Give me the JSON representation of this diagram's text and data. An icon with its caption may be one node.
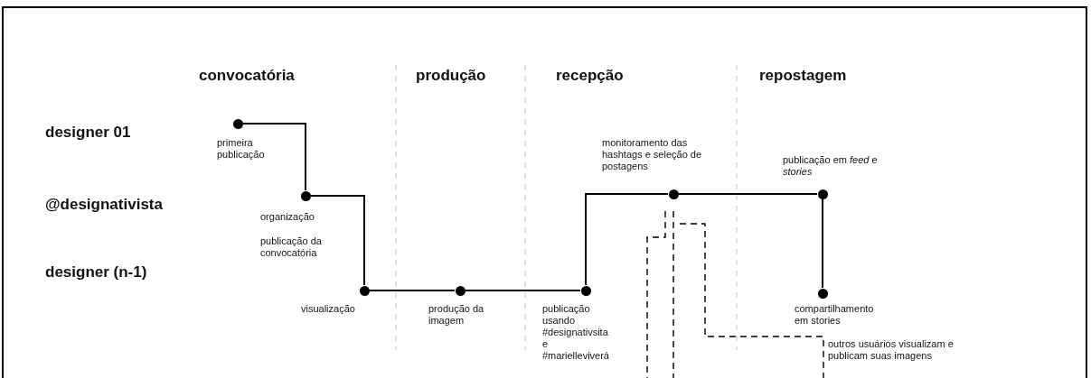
{
  "diagram": {
    "nodes": [
      {
        "text": [],
        "shape": "circle",
        "beside": [
          "primeira publicação"
        ]
      },
      {
        "text": [],
        "shape": "circle",
        "beside": [
          "organização",
          "publicação da convocatória"
        ]
      },
      {
        "text": [],
        "shape": "circle",
        "beside": [
          "visualização"
        ]
      },
      {
        "text": [],
        "shape": "circle",
        "beside": [
          "produção da imagem"
        ]
      },
      {
        "text": [],
        "shape": "circle",
        "beside": [
          "publicação usando #designativsita e #marielleviverá"
        ]
      },
      {
        "text": [],
        "shape": "circle",
        "beside": [
          "monitoramento das hashtags e seleção de postagens"
        ]
      },
      {
        "text": [],
        "shape": "circle",
        "beside": [
          "publicação em *feed* e *stories*"
        ]
      },
      {
        "text": [],
        "shape": "circle",
        "beside": [
          "compartilhamento em stories"
        ]
      }
    ],
    "edges": [
      {
        "from": 0,
        "to": 1,
        "arrow": "none"
      },
      {
        "from": 1,
        "to": 2,
        "arrow": "none"
      },
      {
        "from": 2,
        "to": 3,
        "arrow": "none"
      },
      {
        "from": 3,
        "to": 4,
        "arrow": "none"
      },
      {
        "from": 4,
        "to": 5,
        "arrow": "none"
      },
      {
        "from": 5,
        "to": 6,
        "arrow": "none"
      },
      {
        "from": 6,
        "to": 7,
        "arrow": "none"
      },
      {
        "from": 5,
        "to": null,
        "arrow": "none",
        "style": "dashed"
      },
      {
        "from": 5,
        "to": null,
        "arrow": "none",
        "style": "dashed"
      },
      {
        "from": 5,
        "to": null,
        "arrow": "none",
        "style": "dashed",
        "label": "outros usuários visualizam e publicam suas imagens"
      }
    ],
    "labels": [
      "convocatória",
      "produção",
      "recepção",
      "repostagem",
      "designer 01",
      "@designativista",
      "designer (n-1)"
    ]
  }
}
